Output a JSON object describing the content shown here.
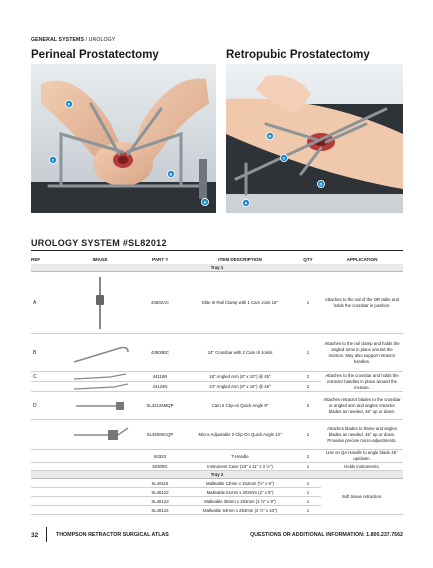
{
  "header": {
    "section": "GENERAL SYSTEMS",
    "sep": " / ",
    "sub": "UROLOGY"
  },
  "photos": {
    "left": {
      "title": "Perineal Prostatectomy",
      "markers": [
        "D",
        "C",
        "B",
        "A"
      ]
    },
    "right": {
      "title": "Retropubic Prostatectomy",
      "markers": [
        "B",
        "C",
        "D",
        "A"
      ]
    }
  },
  "system_title": "UROLOGY SYSTEM   #SL82012",
  "table": {
    "headers": {
      "ref": "REF",
      "image": "IMAGE",
      "part": "PART #",
      "desc": "ITEM DESCRIPTION",
      "qty": "QTY",
      "app": "APPLICATION"
    },
    "tray1": "Tray 1",
    "tray2": "Tray 2",
    "rows": [
      {
        "ref": "A",
        "part": "43902AC",
        "desc": "Elite III Rail Clamp with 1 Cam Joint 16\"",
        "qty": "1",
        "app": "Attaches to the rail of the OR table and holds the crossbar in position."
      },
      {
        "ref": "B",
        "part": "43900BC",
        "desc": "24\" Crossbar with 2 Cam III Joints",
        "qty": "1",
        "app": "Attaches to the rail clamp and holds the angled arms in place around the incision. May also support retractor handles."
      },
      {
        "ref": "C",
        "part": "44116N",
        "desc": "18\" Angled Arm (8\" x 10\") @ 45°",
        "qty": "2",
        "app": "Attaches to the crossbar and holds the retractor handles in place around the incision."
      },
      {
        "ref": "",
        "part": "44124N",
        "desc": "24\" Angled Arm (8\" x 16\") @ 45°",
        "qty": "2",
        "app": ""
      },
      {
        "ref": "D",
        "part": "SL42126MQP",
        "desc": "Cam II Clip-on Quick Angle 8\"",
        "qty": "3",
        "app": "Attaches retractor blades to the crossbar or angled arm and angles retractor blades as needed, 45° up or down."
      },
      {
        "ref": "",
        "part": "SL45006CQP",
        "desc": "Micro-Adjustable II Clip-On Quick Angle 10\"",
        "qty": "2",
        "app": "Attaches blades to frame and angles blades as needed, 45° up or down. Provides precise micro-adjustments."
      },
      {
        "ref": "",
        "part": "60320",
        "desc": "T-Handle",
        "qty": "2",
        "app": "Use on QA Handle to angle blade 45° up/down."
      },
      {
        "ref": "",
        "part": "50300G",
        "desc": "Instrument Case (23\" x 11\" x 3 ½\")",
        "qty": "1",
        "app": "Holds instruments."
      }
    ],
    "tray2_rows": [
      {
        "part": "SL46116",
        "desc": "Malleable 13mm x 152mm (½\" x 6\")",
        "qty": "1"
      },
      {
        "part": "SL46122",
        "desc": "Malleable 51mm x 203mm (2\" x 8\")",
        "qty": "1"
      },
      {
        "part": "SL46123",
        "desc": "Malleable 38mm x 203mm (1 ½\" x 8\")",
        "qty": "1"
      },
      {
        "part": "SL46124",
        "desc": "Malleable 64mm x 254mm (2 ½\" x 10\")",
        "qty": "1"
      }
    ],
    "tray2_app": "Soft tissue retraction."
  },
  "footer": {
    "page": "32",
    "atlas": "THOMPSON RETRACTOR SURGICAL ATLAS",
    "contact": "QUESTIONS OR ADDITIONAL INFORMATION: 1.800.237.7562"
  },
  "colors": {
    "marker": "#1e88c9",
    "tray_bg": "#e9e9e9"
  }
}
